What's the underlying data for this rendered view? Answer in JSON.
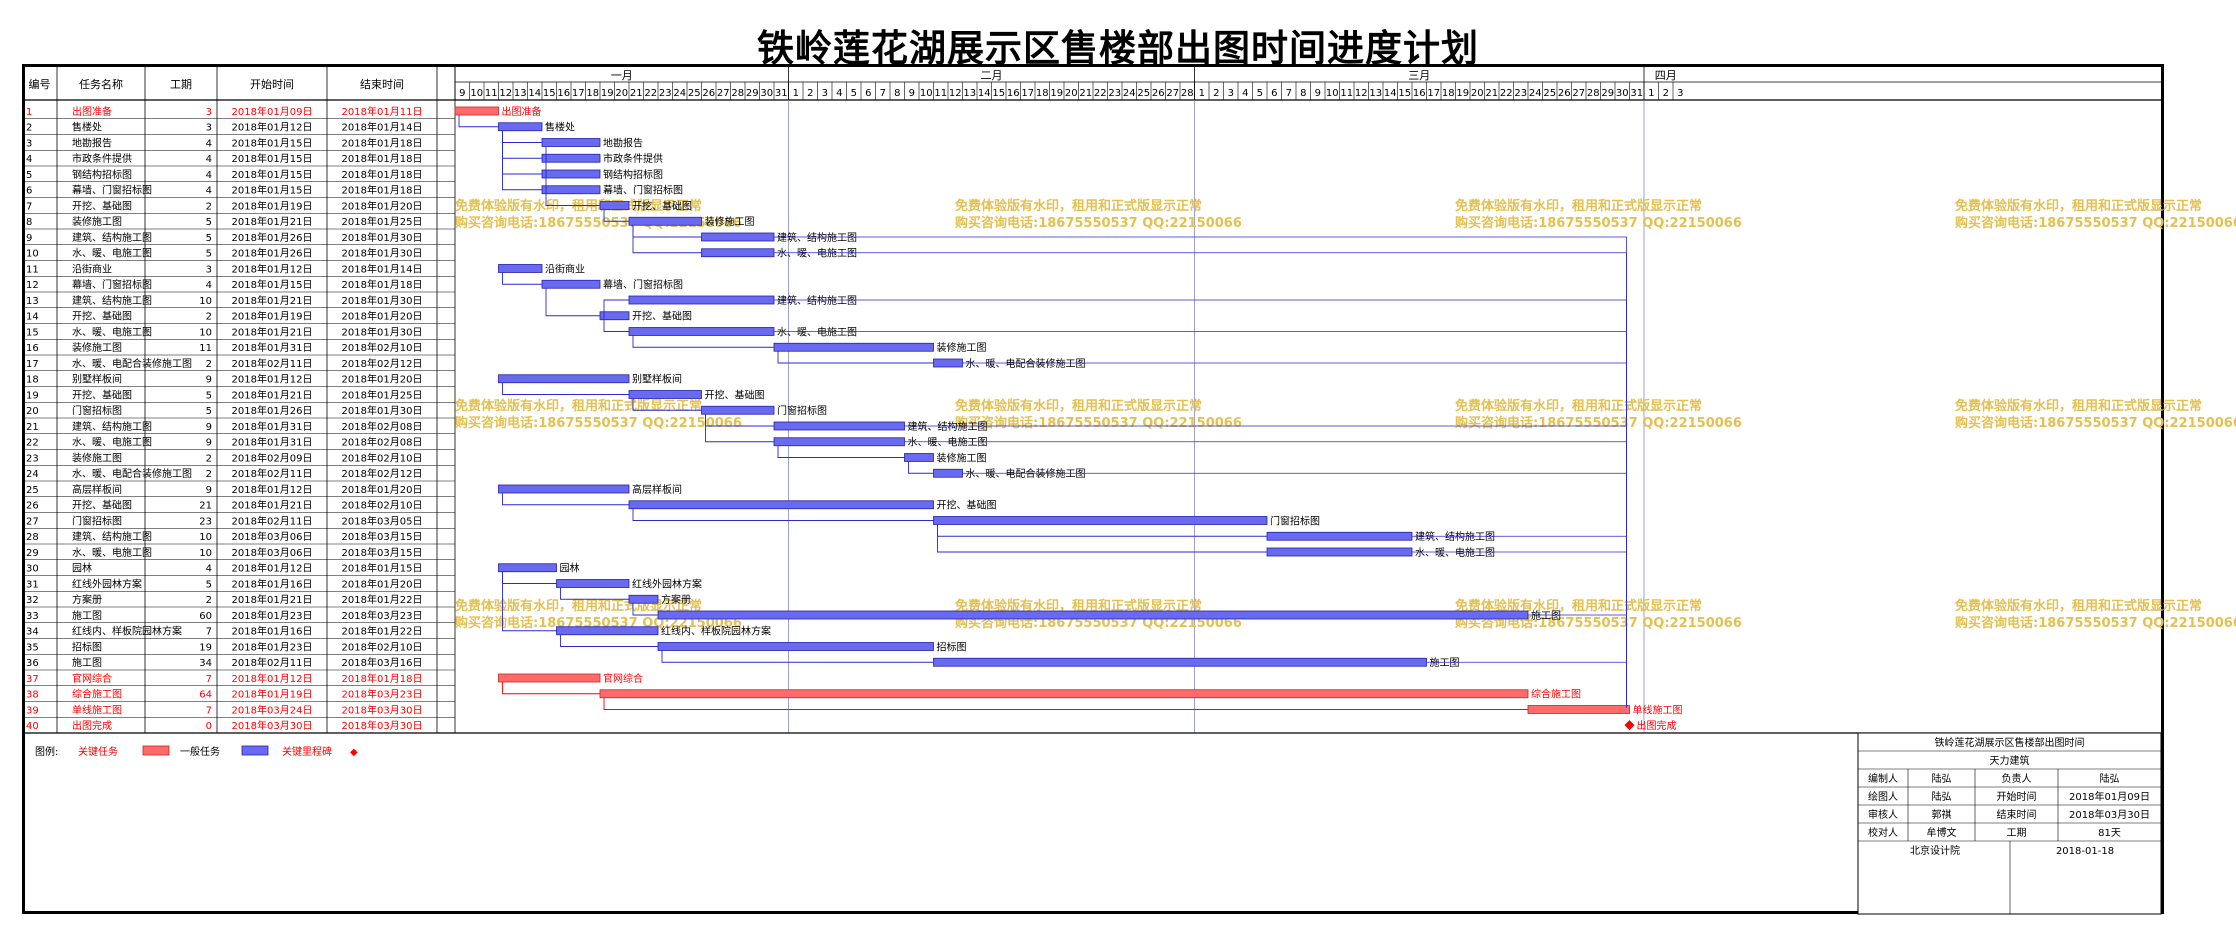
{
  "title": "铁岭莲花湖展示区售楼部出图时间进度计划",
  "columns": {
    "no": "编号",
    "name": "任务名称",
    "dur": "工期",
    "start": "开始时间",
    "end": "结束时间"
  },
  "months": [
    {
      "label": "一月",
      "days": [
        "9",
        "10",
        "11",
        "12",
        "13",
        "14",
        "15",
        "16",
        "17",
        "18",
        "19",
        "20",
        "21",
        "22",
        "23",
        "24",
        "25",
        "26",
        "27",
        "28",
        "29",
        "30",
        "31"
      ]
    },
    {
      "label": "二月",
      "days": [
        "1",
        "2",
        "3",
        "4",
        "5",
        "6",
        "7",
        "8",
        "9",
        "10",
        "11",
        "12",
        "13",
        "14",
        "15",
        "16",
        "17",
        "18",
        "19",
        "20",
        "21",
        "22",
        "23",
        "24",
        "25",
        "26",
        "27",
        "28"
      ]
    },
    {
      "label": "三月",
      "days": [
        "1",
        "2",
        "3",
        "4",
        "5",
        "6",
        "7",
        "8",
        "9",
        "10",
        "11",
        "12",
        "13",
        "14",
        "15",
        "16",
        "17",
        "18",
        "19",
        "20",
        "21",
        "22",
        "23",
        "24",
        "25",
        "26",
        "27",
        "28",
        "29",
        "30",
        "31"
      ]
    },
    {
      "label": "四月",
      "days": [
        "1",
        "2",
        "3"
      ]
    }
  ],
  "watermark": {
    "line1": "免费体验版有水印，租用和正式版显示正常",
    "line2": "购买咨询电话:18675550537 QQ:22150066"
  },
  "legend": {
    "prefix": "图例:",
    "critical": "关键任务",
    "normal": "一般任务",
    "milestone": "关键里程碑",
    "milestone_symbol": "◆"
  },
  "colors": {
    "critical": "#ff6b6b",
    "normal": "#6a6af0",
    "critical_text": "#ff0000",
    "link": "#2a2ad0",
    "crit_link": "#ff0000"
  },
  "info": {
    "project": "铁岭莲花湖展示区售楼部出图时间",
    "company": "天力建筑",
    "rows": [
      [
        "编制人",
        "陆弘",
        "负责人",
        "陆弘"
      ],
      [
        "绘图人",
        "陆弘",
        "开始时间",
        "2018年01月09日"
      ],
      [
        "审核人",
        "郭祺",
        "结束时间",
        "2018年03月30日"
      ],
      [
        "校对人",
        "牟博文",
        "工期",
        "81天"
      ]
    ],
    "footer_left": "北京设计院",
    "footer_right": "2018-01-18"
  },
  "chart_data": {
    "type": "gantt",
    "title": "铁岭莲花湖展示区售楼部出图时间进度计划",
    "x_range": [
      "2018-01-09",
      "2018-04-03"
    ],
    "tasks": [
      {
        "no": "1",
        "name": "出图准备",
        "dur": "3",
        "start": "2018年01月09日",
        "end": "2018年01月11日",
        "s": "2018-01-09",
        "e": "2018-01-11",
        "crit": true,
        "label": "出图准备"
      },
      {
        "no": "2",
        "name": "售楼处",
        "dur": "3",
        "start": "2018年01月12日",
        "end": "2018年01月14日",
        "s": "2018-01-12",
        "e": "2018-01-14",
        "crit": false,
        "label": "售楼处"
      },
      {
        "no": "3",
        "name": "地勘报告",
        "dur": "4",
        "start": "2018年01月15日",
        "end": "2018年01月18日",
        "s": "2018-01-15",
        "e": "2018-01-18",
        "crit": false,
        "label": "地勘报告"
      },
      {
        "no": "4",
        "name": "市政条件提供",
        "dur": "4",
        "start": "2018年01月15日",
        "end": "2018年01月18日",
        "s": "2018-01-15",
        "e": "2018-01-18",
        "crit": false,
        "label": "市政条件提供"
      },
      {
        "no": "5",
        "name": "钢结构招标图",
        "dur": "4",
        "start": "2018年01月15日",
        "end": "2018年01月18日",
        "s": "2018-01-15",
        "e": "2018-01-18",
        "crit": false,
        "label": "钢结构招标图"
      },
      {
        "no": "6",
        "name": "幕墙、门窗招标图",
        "dur": "4",
        "start": "2018年01月15日",
        "end": "2018年01月18日",
        "s": "2018-01-15",
        "e": "2018-01-18",
        "crit": false,
        "label": "幕墙、门窗招标图"
      },
      {
        "no": "7",
        "name": "开挖、基础图",
        "dur": "2",
        "start": "2018年01月19日",
        "end": "2018年01月20日",
        "s": "2018-01-19",
        "e": "2018-01-20",
        "crit": false,
        "label": "开挖、基础图"
      },
      {
        "no": "8",
        "name": "装修施工图",
        "dur": "5",
        "start": "2018年01月21日",
        "end": "2018年01月25日",
        "s": "2018-01-21",
        "e": "2018-01-25",
        "crit": false,
        "label": "装修施工图"
      },
      {
        "no": "9",
        "name": "建筑、结构施工图",
        "dur": "5",
        "start": "2018年01月26日",
        "end": "2018年01月30日",
        "s": "2018-01-26",
        "e": "2018-01-30",
        "crit": false,
        "label": "建筑、结构施工图"
      },
      {
        "no": "10",
        "name": "水、暖、电施工图",
        "dur": "5",
        "start": "2018年01月26日",
        "end": "2018年01月30日",
        "s": "2018-01-26",
        "e": "2018-01-30",
        "crit": false,
        "label": "水、暖、电施工图"
      },
      {
        "no": "11",
        "name": "沿街商业",
        "dur": "3",
        "start": "2018年01月12日",
        "end": "2018年01月14日",
        "s": "2018-01-12",
        "e": "2018-01-14",
        "crit": false,
        "label": "沿街商业"
      },
      {
        "no": "12",
        "name": "幕墙、门窗招标图",
        "dur": "4",
        "start": "2018年01月15日",
        "end": "2018年01月18日",
        "s": "2018-01-15",
        "e": "2018-01-18",
        "crit": false,
        "label": "幕墙、门窗招标图"
      },
      {
        "no": "13",
        "name": "建筑、结构施工图",
        "dur": "10",
        "start": "2018年01月21日",
        "end": "2018年01月30日",
        "s": "2018-01-21",
        "e": "2018-01-30",
        "crit": false,
        "label": "建筑、结构施工图"
      },
      {
        "no": "14",
        "name": "开挖、基础图",
        "dur": "2",
        "start": "2018年01月19日",
        "end": "2018年01月20日",
        "s": "2018-01-19",
        "e": "2018-01-20",
        "crit": false,
        "label": "开挖、基础图"
      },
      {
        "no": "15",
        "name": "水、暖、电施工图",
        "dur": "10",
        "start": "2018年01月21日",
        "end": "2018年01月30日",
        "s": "2018-01-21",
        "e": "2018-01-30",
        "crit": false,
        "label": "水、暖、电施工图"
      },
      {
        "no": "16",
        "name": "装修施工图",
        "dur": "11",
        "start": "2018年01月31日",
        "end": "2018年02月10日",
        "s": "2018-01-31",
        "e": "2018-02-10",
        "crit": false,
        "label": "装修施工图"
      },
      {
        "no": "17",
        "name": "水、暖、电配合装修施工图",
        "dur": "2",
        "start": "2018年02月11日",
        "end": "2018年02月12日",
        "s": "2018-02-11",
        "e": "2018-02-12",
        "crit": false,
        "label": "水、暖、电配合装修施工图"
      },
      {
        "no": "18",
        "name": "别墅样板间",
        "dur": "9",
        "start": "2018年01月12日",
        "end": "2018年01月20日",
        "s": "2018-01-12",
        "e": "2018-01-20",
        "crit": false,
        "label": "别墅样板间"
      },
      {
        "no": "19",
        "name": "开挖、基础图",
        "dur": "5",
        "start": "2018年01月21日",
        "end": "2018年01月25日",
        "s": "2018-01-21",
        "e": "2018-01-25",
        "crit": false,
        "label": "开挖、基础图"
      },
      {
        "no": "20",
        "name": "门窗招标图",
        "dur": "5",
        "start": "2018年01月26日",
        "end": "2018年01月30日",
        "s": "2018-01-26",
        "e": "2018-01-30",
        "crit": false,
        "label": "门窗招标图"
      },
      {
        "no": "21",
        "name": "建筑、结构施工图",
        "dur": "9",
        "start": "2018年01月31日",
        "end": "2018年02月08日",
        "s": "2018-01-31",
        "e": "2018-02-08",
        "crit": false,
        "label": "建筑、结构施工图"
      },
      {
        "no": "22",
        "name": "水、暖、电施工图",
        "dur": "9",
        "start": "2018年01月31日",
        "end": "2018年02月08日",
        "s": "2018-01-31",
        "e": "2018-02-08",
        "crit": false,
        "label": "水、暖、电施工图"
      },
      {
        "no": "23",
        "name": "装修施工图",
        "dur": "2",
        "start": "2018年02月09日",
        "end": "2018年02月10日",
        "s": "2018-02-09",
        "e": "2018-02-10",
        "crit": false,
        "label": "装修施工图"
      },
      {
        "no": "24",
        "name": "水、暖、电配合装修施工图",
        "dur": "2",
        "start": "2018年02月11日",
        "end": "2018年02月12日",
        "s": "2018-02-11",
        "e": "2018-02-12",
        "crit": false,
        "label": "水、暖、电配合装修施工图"
      },
      {
        "no": "25",
        "name": "高层样板间",
        "dur": "9",
        "start": "2018年01月12日",
        "end": "2018年01月20日",
        "s": "2018-01-12",
        "e": "2018-01-20",
        "crit": false,
        "label": "高层样板间"
      },
      {
        "no": "26",
        "name": "开挖、基础图",
        "dur": "21",
        "start": "2018年01月21日",
        "end": "2018年02月10日",
        "s": "2018-01-21",
        "e": "2018-02-10",
        "crit": false,
        "label": "开挖、基础图"
      },
      {
        "no": "27",
        "name": "门窗招标图",
        "dur": "23",
        "start": "2018年02月11日",
        "end": "2018年03月05日",
        "s": "2018-02-11",
        "e": "2018-03-05",
        "crit": false,
        "label": "门窗招标图"
      },
      {
        "no": "28",
        "name": "建筑、结构施工图",
        "dur": "10",
        "start": "2018年03月06日",
        "end": "2018年03月15日",
        "s": "2018-03-06",
        "e": "2018-03-15",
        "crit": false,
        "label": "建筑、结构施工图"
      },
      {
        "no": "29",
        "name": "水、暖、电施工图",
        "dur": "10",
        "start": "2018年03月06日",
        "end": "2018年03月15日",
        "s": "2018-03-06",
        "e": "2018-03-15",
        "crit": false,
        "label": "水、暖、电施工图"
      },
      {
        "no": "30",
        "name": "园林",
        "dur": "4",
        "start": "2018年01月12日",
        "end": "2018年01月15日",
        "s": "2018-01-12",
        "e": "2018-01-15",
        "crit": false,
        "label": "园林"
      },
      {
        "no": "31",
        "name": "红线外园林方案",
        "dur": "5",
        "start": "2018年01月16日",
        "end": "2018年01月20日",
        "s": "2018-01-16",
        "e": "2018-01-20",
        "crit": false,
        "label": "红线外园林方案"
      },
      {
        "no": "32",
        "name": "方案册",
        "dur": "2",
        "start": "2018年01月21日",
        "end": "2018年01月22日",
        "s": "2018-01-21",
        "e": "2018-01-22",
        "crit": false,
        "label": "方案册"
      },
      {
        "no": "33",
        "name": "施工图",
        "dur": "60",
        "start": "2018年01月23日",
        "end": "2018年03月23日",
        "s": "2018-01-23",
        "e": "2018-03-23",
        "crit": false,
        "label": "施工图"
      },
      {
        "no": "34",
        "name": "红线内、样板院园林方案",
        "dur": "7",
        "start": "2018年01月16日",
        "end": "2018年01月22日",
        "s": "2018-01-16",
        "e": "2018-01-22",
        "crit": false,
        "label": "红线内、样板院园林方案"
      },
      {
        "no": "35",
        "name": "招标图",
        "dur": "19",
        "start": "2018年01月23日",
        "end": "2018年02月10日",
        "s": "2018-01-23",
        "e": "2018-02-10",
        "crit": false,
        "label": "招标图"
      },
      {
        "no": "36",
        "name": "施工图",
        "dur": "34",
        "start": "2018年02月11日",
        "end": "2018年03月16日",
        "s": "2018-02-11",
        "e": "2018-03-16",
        "crit": false,
        "label": "施工图"
      },
      {
        "no": "37",
        "name": "官网综合",
        "dur": "7",
        "start": "2018年01月12日",
        "end": "2018年01月18日",
        "s": "2018-01-12",
        "e": "2018-01-18",
        "crit": true,
        "label": "官网综合"
      },
      {
        "no": "38",
        "name": "综合施工图",
        "dur": "64",
        "start": "2018年01月19日",
        "end": "2018年03月23日",
        "s": "2018-01-19",
        "e": "2018-03-23",
        "crit": true,
        "label": "综合施工图"
      },
      {
        "no": "39",
        "name": "单线施工图",
        "dur": "7",
        "start": "2018年03月24日",
        "end": "2018年03月30日",
        "s": "2018-03-24",
        "e": "2018-03-30",
        "crit": true,
        "label": "单线施工图"
      },
      {
        "no": "40",
        "name": "出图完成",
        "dur": "0",
        "start": "2018年03月30日",
        "end": "2018年03月30日",
        "s": "2018-03-30",
        "e": "2018-03-30",
        "crit": true,
        "milestone": true,
        "label": "出图完成"
      }
    ]
  }
}
